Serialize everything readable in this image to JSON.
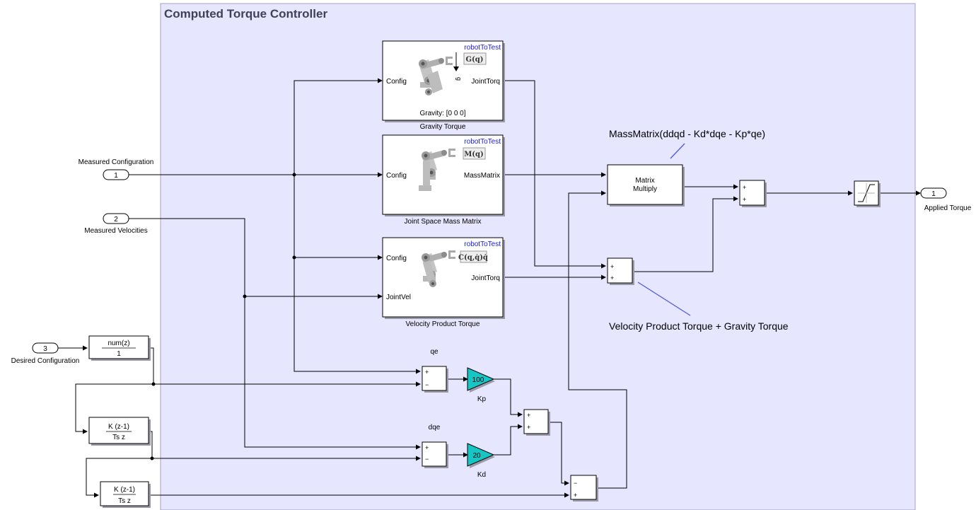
{
  "subsystem": {
    "title": "Computed Torque Controller",
    "background": "#e6e6ff"
  },
  "ports": {
    "in1": {
      "number": "1",
      "label": "Measured Configuration"
    },
    "in2": {
      "number": "2",
      "label": "Measured Velocities"
    },
    "in3": {
      "number": "3",
      "label": "Desired Configuration"
    },
    "out1": {
      "number": "1",
      "label": "Applied Torque"
    }
  },
  "robot_blocks": {
    "gravity": {
      "robot": "robotToTest",
      "symbol": "G(q)",
      "in1": "Config",
      "out": "JointTorq",
      "param": "Gravity: [0 0 0]",
      "name": "Gravity Torque",
      "g_label": "g"
    },
    "mass": {
      "robot": "robotToTest",
      "symbol": "M(q)",
      "in1": "Config",
      "out": "MassMatrix",
      "name": "Joint Space Mass Matrix"
    },
    "velocity": {
      "robot": "robotToTest",
      "symbol": "C(q,q̇)q̇",
      "in1": "Config",
      "in2": "JointVel",
      "out": "JointTorq",
      "name": "Velocity Product Torque"
    }
  },
  "matrix_multiply": {
    "line1": "Matrix",
    "line2": "Multiply"
  },
  "filter": {
    "num": "num(z)",
    "den": "1"
  },
  "derivative1": {
    "num": "K (z-1)",
    "den": "Ts z"
  },
  "derivative2": {
    "num": "K (z-1)",
    "den": "Ts z"
  },
  "gains": {
    "kp": {
      "value": "100",
      "name": "Kp",
      "color": "#17c5c5"
    },
    "kd": {
      "value": "20",
      "name": "Kd",
      "color": "#17c5c5"
    }
  },
  "sum_labels": {
    "qe": "qe",
    "dqe": "dqe"
  },
  "signs": {
    "plus": "+",
    "minus": "−"
  },
  "annotations": {
    "mass_note": "MassMatrix(ddqd - Kd*dqe -  Kp*qe)",
    "torque_note": "Velocity Product Torque + Gravity Torque",
    "note_line_color": "#5555dd"
  }
}
